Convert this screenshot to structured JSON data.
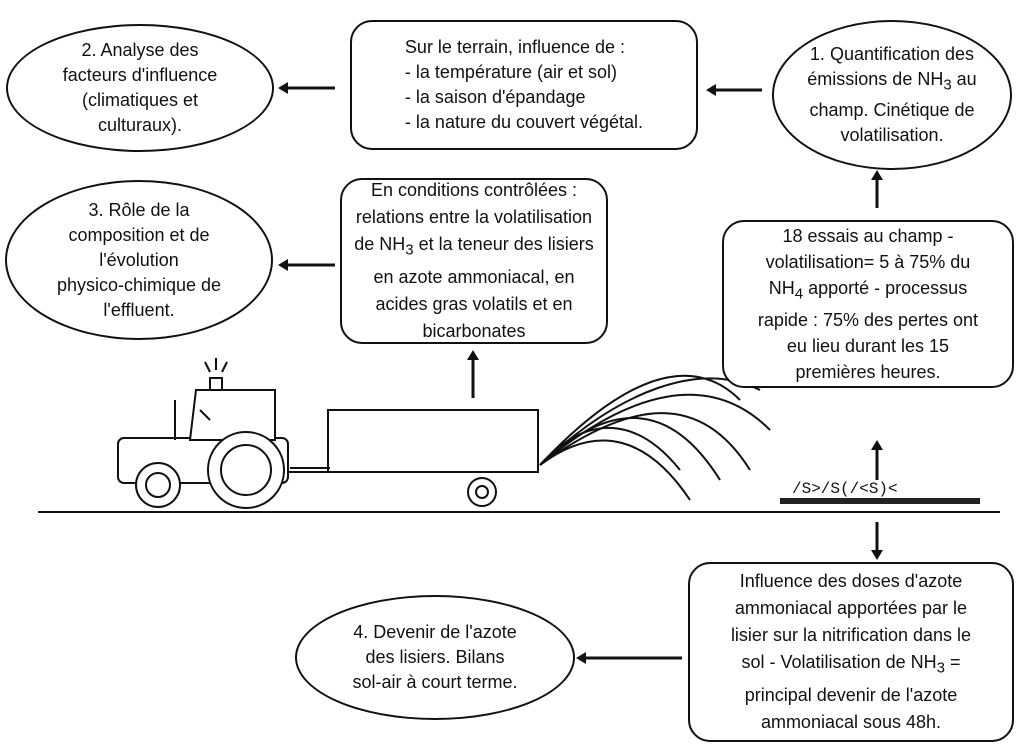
{
  "objectives": {
    "obj1": {
      "number": "1.",
      "text_a": "Quantification des",
      "text_b": "émissions de NH",
      "sub": "3",
      "text_c": " au",
      "text_d": "champ. Cinétique de",
      "text_e": "volatilisation."
    },
    "obj2": {
      "line1": "2. Analyse des",
      "line2": "facteurs d'influence",
      "line3": "(climatiques et",
      "line4": "culturaux)."
    },
    "obj3": {
      "line1": "3. Rôle de la",
      "line2": "composition et de",
      "line3": "l'évolution",
      "line4": "physico-chimique de",
      "line5": "l'effluent."
    },
    "obj4": {
      "line1": "4. Devenir de l'azote",
      "line2": "des lisiers. Bilans",
      "line3": "sol-air à court terme."
    }
  },
  "boxes": {
    "terrain": {
      "line1": "Sur le terrain, influence de :",
      "line2": "- la température (air et sol)",
      "line3": "- la saison d'épandage",
      "line4": "- la nature du couvert végétal."
    },
    "controlled": {
      "line1": "En conditions contrôlées :",
      "line2": "relations entre la volatilisation",
      "line3a": "de NH",
      "line3sub": "3",
      "line3b": " et la teneur des lisiers",
      "line4": "en azote ammoniacal, en",
      "line5": "acides gras volatils et en",
      "line6": "bicarbonates"
    },
    "essais": {
      "line1": "18 essais au champ -",
      "line2": "volatilisation= 5 à 75% du",
      "line3a": "NH",
      "line3sub": "4",
      "line3b": " apporté - processus",
      "line4": "rapide : 75% des pertes ont",
      "line5": "eu lieu durant les 15",
      "line6": "premières heures."
    },
    "influence": {
      "line1": "Influence des doses d'azote",
      "line2": "ammoniacal apportées par le",
      "line3": "lisier sur la nitrification dans le",
      "line4a": "sol - Volatilisation de NH",
      "line4sub": "3",
      "line4b": " =",
      "line5": "principal devenir de l'azote",
      "line6": "ammoniacal sous 48h."
    }
  },
  "colors": {
    "stroke": "#111111",
    "background": "#ffffff"
  },
  "icons": [
    "tractor-icon",
    "slurry-tank-icon",
    "spray-icon",
    "soil-icon"
  ]
}
